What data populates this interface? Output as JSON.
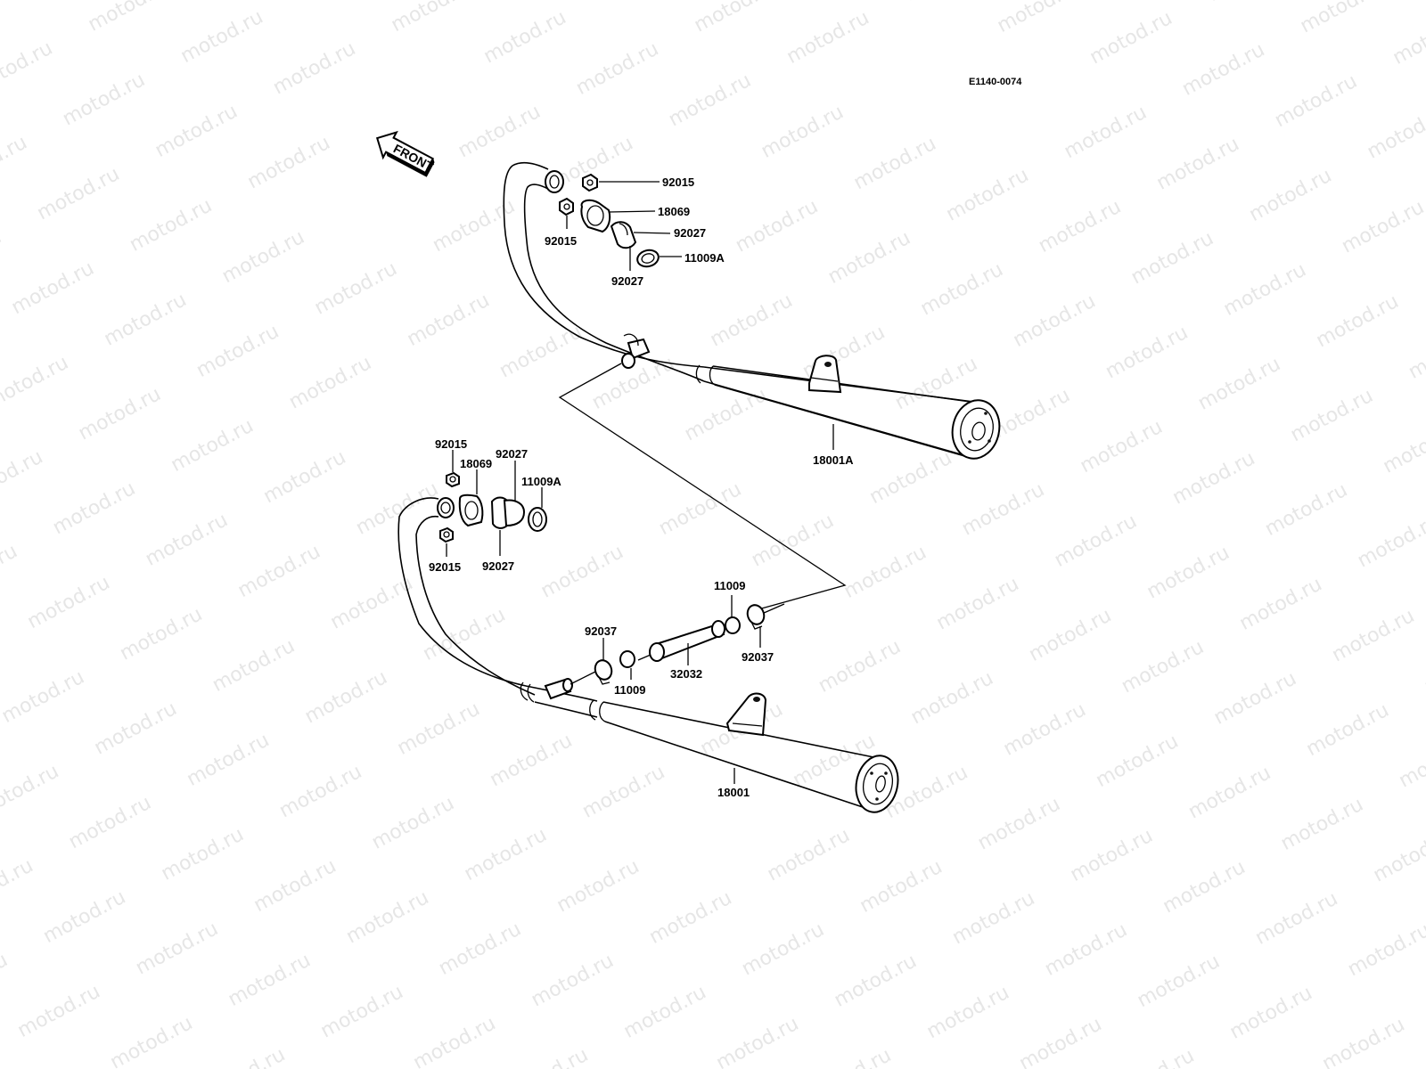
{
  "diagram": {
    "ref_code": "E1140-0074",
    "watermark": "motod.ru",
    "front_indicator": "FRONT",
    "colors": {
      "line": "#000000",
      "background": "#ffffff",
      "watermark": "#e6e6e6"
    },
    "upper_assembly": {
      "callouts": [
        {
          "id": "u-92015-a",
          "part": "92015"
        },
        {
          "id": "u-18069",
          "part": "18069"
        },
        {
          "id": "u-92015-b",
          "part": "92015"
        },
        {
          "id": "u-92027-a",
          "part": "92027"
        },
        {
          "id": "u-11009a",
          "part": "11009A"
        },
        {
          "id": "u-92027-b",
          "part": "92027"
        },
        {
          "id": "u-18001a",
          "part": "18001A"
        }
      ]
    },
    "lower_assembly": {
      "callouts": [
        {
          "id": "l-92015-a",
          "part": "92015"
        },
        {
          "id": "l-18069",
          "part": "18069"
        },
        {
          "id": "l-92027-a",
          "part": "92027"
        },
        {
          "id": "l-11009a",
          "part": "11009A"
        },
        {
          "id": "l-92015-b",
          "part": "92015"
        },
        {
          "id": "l-92027-b",
          "part": "92027"
        },
        {
          "id": "l-11009-a",
          "part": "11009"
        },
        {
          "id": "l-92037-a",
          "part": "92037"
        },
        {
          "id": "l-32032",
          "part": "32032"
        },
        {
          "id": "l-11009-b",
          "part": "11009"
        },
        {
          "id": "l-92037-b",
          "part": "92037"
        },
        {
          "id": "l-18001",
          "part": "18001"
        }
      ]
    }
  }
}
